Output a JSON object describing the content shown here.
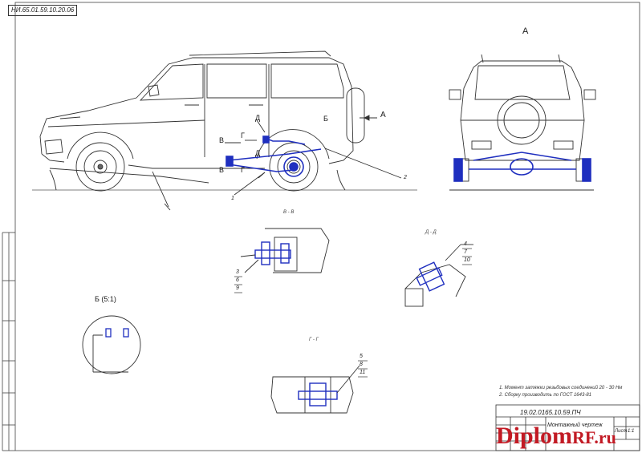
{
  "drawing": {
    "code_top": "НИ.65.01.59.10.20.06",
    "code_block": "19.02.0165.10.59.ПЧ",
    "title_block_name": "Монтажный чертеж",
    "title_block_sheet": "Лист",
    "title_block_scale": "1:1"
  },
  "views": {
    "view_a_label": "А",
    "arrow_a": "А",
    "section_vv": "В - В",
    "section_dd": "Д - Д",
    "section_gg": "Г - Г",
    "detail_b": "Б (5:1)"
  },
  "callouts": {
    "b": "Б",
    "d_top": "Д",
    "d_low": "Д",
    "g_top": "Г",
    "g_low": "Г",
    "v_top": "В",
    "v_low": "В",
    "n1": "1",
    "n2": "2",
    "vv_parts": [
      "3",
      "6",
      "9"
    ],
    "dd_parts": [
      "4",
      "7",
      "10"
    ],
    "gg_parts": [
      "5",
      "8",
      "11"
    ]
  },
  "notes": [
    "1. Момент затяжки резьбовых соединений 20 - 30 Нм",
    "2. Сборку производить по ГОСТ 1643-81"
  ],
  "watermark": {
    "main": "Diplom",
    "suffix": "RF.ru",
    "color": "#c21a24"
  }
}
